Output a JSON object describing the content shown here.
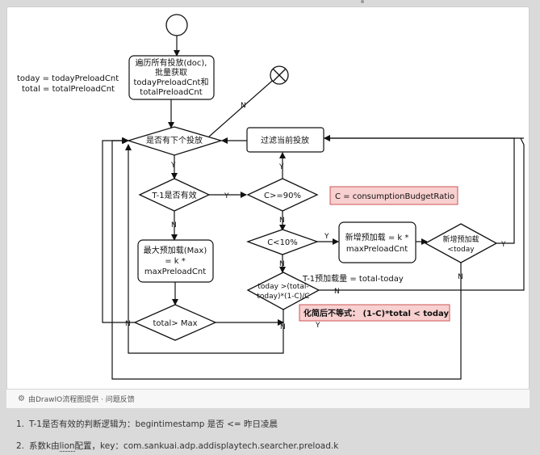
{
  "left_note": {
    "line1": "today = todayPreloadCnt",
    "line2": "total = totalPreloadCnt"
  },
  "nodes": {
    "iterate": [
      "遍历所有投放(doc),",
      "批量获取",
      "todayPreloadCnt和",
      "totalPreloadCnt"
    ],
    "has_next": "是否有下个投放",
    "filter": "过滤当前投放",
    "t1_check": "T-1是否有效",
    "c_ge_90": "C>=90%",
    "c_def": "C = consumptionBudgetRatio",
    "c_lt_10": "C<10%",
    "new_preload_box": [
      "新增预加载 = k *",
      "maxPreloadCnt"
    ],
    "new_preload_diamond": [
      "新增预加载",
      "<today"
    ],
    "max_preload": [
      "最大预加载(Max)",
      "= k *",
      "maxPreloadCnt"
    ],
    "t1_preload": "T-1预加载量 = total-today",
    "inequality_diamond": [
      "today >(total-",
      "today)*(1-C)/C"
    ],
    "simplified": "化简后不等式： (1-C)*total < today",
    "total_gt_max": "total> Max"
  },
  "edge_labels": {
    "y1": "Y",
    "y2": "Y",
    "y3": "Y",
    "y4": "Y",
    "y5": "Y",
    "y6": "Y",
    "n1": "N",
    "n2": "N",
    "n3": "N",
    "n4": "N",
    "n5": "N",
    "n6": "N",
    "n7": "N",
    "n8": "N"
  },
  "footer": {
    "text": "由DrawIO流程图提供 · 问题反馈"
  },
  "notes": [
    {
      "num": "1.",
      "text": "T-1是否有效的判断逻辑为：begintimestamp 是否 <= 昨日凌晨"
    },
    {
      "num": "2.",
      "prefix": "系数k由",
      "link": "lion",
      "suffix": "配置，key：com.sankuai.adp.addisplaytech.searcher.preload.k"
    }
  ],
  "colors": {
    "highlight_fill": "#f8d0d0",
    "highlight_border": "#cc5555",
    "line": "#111111"
  }
}
